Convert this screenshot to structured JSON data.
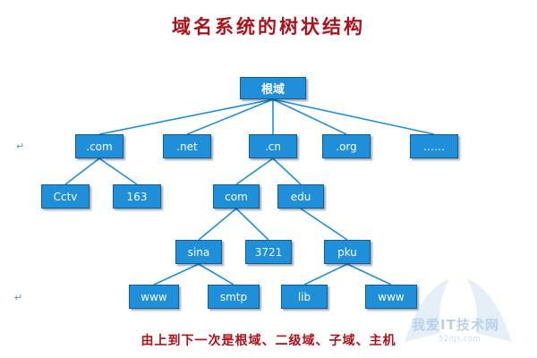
{
  "title": "域名系统的树状结构",
  "caption": "由上到下一次是根域、二级域、子域、主机",
  "colors": {
    "node_fill": "#1f8fd9",
    "node_border": "#0e5e97",
    "edge": "#1f8fd9",
    "title_text": "#b0101a"
  },
  "nodes": [
    {
      "id": "root",
      "label": "根域"
    },
    {
      "id": "com",
      "label": ".com"
    },
    {
      "id": "net",
      "label": ".net"
    },
    {
      "id": "cn",
      "label": ".cn"
    },
    {
      "id": "org",
      "label": ".org"
    },
    {
      "id": "more",
      "label": "……"
    },
    {
      "id": "cctv",
      "label": "Cctv"
    },
    {
      "id": "n163",
      "label": "163"
    },
    {
      "id": "cncom",
      "label": "com"
    },
    {
      "id": "edu",
      "label": "edu"
    },
    {
      "id": "sina",
      "label": "sina"
    },
    {
      "id": "n3721",
      "label": "3721"
    },
    {
      "id": "pku",
      "label": "pku"
    },
    {
      "id": "www1",
      "label": "www"
    },
    {
      "id": "smtp",
      "label": "smtp"
    },
    {
      "id": "lib",
      "label": "lib"
    },
    {
      "id": "www2",
      "label": "www"
    }
  ],
  "edges": [
    [
      "root",
      "com"
    ],
    [
      "root",
      "net"
    ],
    [
      "root",
      "cn"
    ],
    [
      "root",
      "org"
    ],
    [
      "root",
      "more"
    ],
    [
      "com",
      "cctv"
    ],
    [
      "com",
      "n163"
    ],
    [
      "cn",
      "cncom"
    ],
    [
      "cn",
      "edu"
    ],
    [
      "cncom",
      "sina"
    ],
    [
      "cncom",
      "n3721"
    ],
    [
      "edu",
      "pku"
    ],
    [
      "sina",
      "www1"
    ],
    [
      "sina",
      "smtp"
    ],
    [
      "pku",
      "lib"
    ],
    [
      "pku",
      "www2"
    ]
  ],
  "watermark": {
    "text": "我爱IT技术网",
    "sub": "52itjs.com"
  },
  "para_mark": "↵"
}
